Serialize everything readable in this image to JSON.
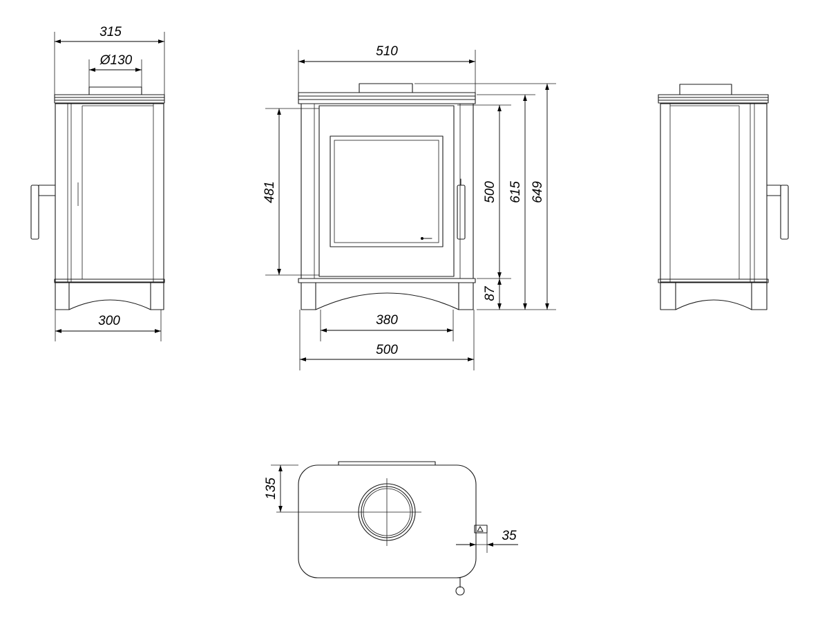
{
  "dimensions": {
    "side_depth_top": "315",
    "flue_diameter": "Ø130",
    "side_base_depth": "300",
    "front_top_width": "510",
    "front_height_door": "481",
    "front_height_body": "500",
    "front_height_overall": "615",
    "front_height_total": "649",
    "front_base_height": "87",
    "front_base_inner_width": "380",
    "front_base_width": "500",
    "plan_flue_offset": "135",
    "plan_handle_offset": "35"
  },
  "colors": {
    "line": "#1a1a1a",
    "background": "#ffffff"
  }
}
